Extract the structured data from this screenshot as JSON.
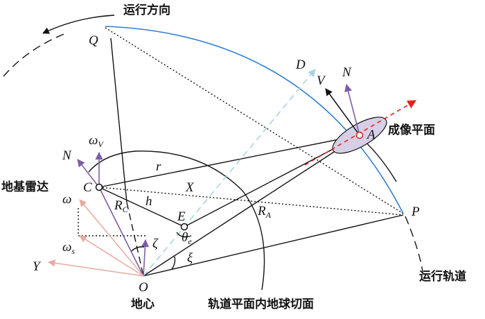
{
  "labels": {
    "run_direction": "运行方向",
    "run_orbit": "运行轨道",
    "imaging_plane": "成像平面",
    "ground_radar": "地基雷达",
    "earth_center": "地心",
    "tangent_plane": "轨道平面内地球切面"
  },
  "points": {
    "Q": "Q",
    "D": "D",
    "A": "A",
    "P": "P",
    "C": "C",
    "E": "E",
    "O": "O"
  },
  "symbols": {
    "V": "V",
    "N_A": "N",
    "N_C": "N",
    "omega_V": "ω",
    "omega_V_sub": "V",
    "omega": "ω",
    "omega_s": "ω",
    "omega_s_sub": "s",
    "Y": "Y",
    "r": "r",
    "h": "h",
    "X": "X",
    "R_C": "R",
    "R_C_sub": "C",
    "R_A": "R",
    "R_A_sub": "A",
    "zeta": "ζ",
    "xi": "ξ",
    "theta_e": "θ",
    "theta_e_sub": "e"
  },
  "colors": {
    "orbit_arc": "#2f7fcf",
    "los_dashed": "#a8d4e0",
    "normal_vector": "#7b5ea7",
    "imaging_ellipse_fill": "#d7cfe6",
    "red_arrow": "#e0251f",
    "pink_vector": "#e8aaa0"
  }
}
